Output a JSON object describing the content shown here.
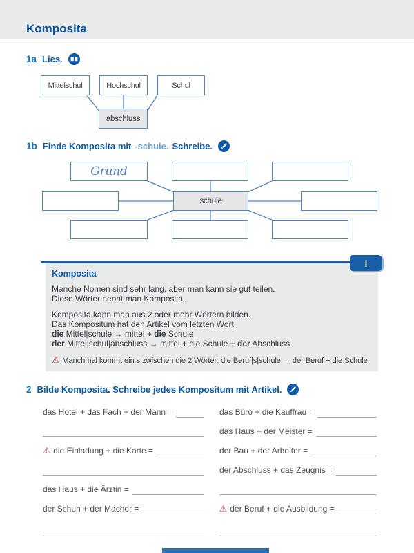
{
  "page": {
    "title": "Komposita"
  },
  "colors": {
    "accent_blue": "#0d5aa7",
    "number_blue": "#1478c8",
    "light_blue": "#6fa4d8",
    "box_border_blue": "#5584c2",
    "infobox_bar_blue": "#1a5fa6",
    "gray_fill": "#e6e6e8",
    "header_band_gray": "#e9eaeb",
    "body_text": "#3e434b",
    "answer_line_gray": "#a8a8a8",
    "warning_red": "#c23a31"
  },
  "icons": {
    "task1a": "book-icon",
    "task1b": "pencil-icon",
    "task2": "pencil-icon",
    "infobox": "exclamation-badge"
  },
  "task1a": {
    "number": "1a",
    "instruction": "Lies.",
    "part_boxes": [
      "Mittelschul",
      "Hochschul",
      "Schul"
    ],
    "base_box": "abschluss"
  },
  "task1b": {
    "number": "1b",
    "instruction_part1": "Finde Komposita mit",
    "instruction_highlight": "-schule.",
    "instruction_part2": "Schreibe.",
    "center_box": "schule",
    "handwritten_answer": "Grund"
  },
  "infobox": {
    "badge": "!",
    "title": "Komposita",
    "paragraph1_line1": "Manche Nomen sind sehr lang, aber man kann sie gut teilen.",
    "paragraph1_line2": "Diese Wörter nennt man Komposita.",
    "paragraph2_line1": "Komposita kann man aus 2 oder mehr Wörtern bilden.",
    "paragraph2_line2": "Das Kompositum hat den Artikel vom letzten Wort:",
    "example1": {
      "bold1": "die",
      "text1": " Mittel|schule → mittel + ",
      "bold2": "die",
      "text2": " Schule"
    },
    "example2": {
      "bold1": "der",
      "text1": " Mittel|schul|abschluss → mittel + die Schule + ",
      "bold2": "der",
      "text2": " Abschluss"
    },
    "warning_icon": "⚠",
    "warning_text": "Manchmal kommt ein s zwischen die 2 Wörter: die Beruf|s|schule → der Beruf + die Schule"
  },
  "task2": {
    "number": "2",
    "instruction": "Bilde Komposita. Schreibe jedes Kompositum mit Artikel.",
    "warning_icon": "⚠",
    "left_column": [
      {
        "label": "das Hotel + das Fach + der Mann ="
      },
      {
        "label": ""
      },
      {
        "label": "die Einladung + die Karte =",
        "warning": true
      },
      {
        "label": ""
      },
      {
        "label": "das Haus + die Ärztin ="
      },
      {
        "label": "der Schuh + der Macher ="
      },
      {
        "label": ""
      }
    ],
    "right_column": [
      {
        "label": "das Büro + die Kauffrau ="
      },
      {
        "label": "das Haus + der Meister ="
      },
      {
        "label": "der Bau + der Arbeiter ="
      },
      {
        "label": "der Abschluss + das Zeugnis ="
      },
      {
        "label": ""
      },
      {
        "label": "der Beruf + die Ausbildung =",
        "warning": true
      },
      {
        "label": ""
      }
    ]
  }
}
